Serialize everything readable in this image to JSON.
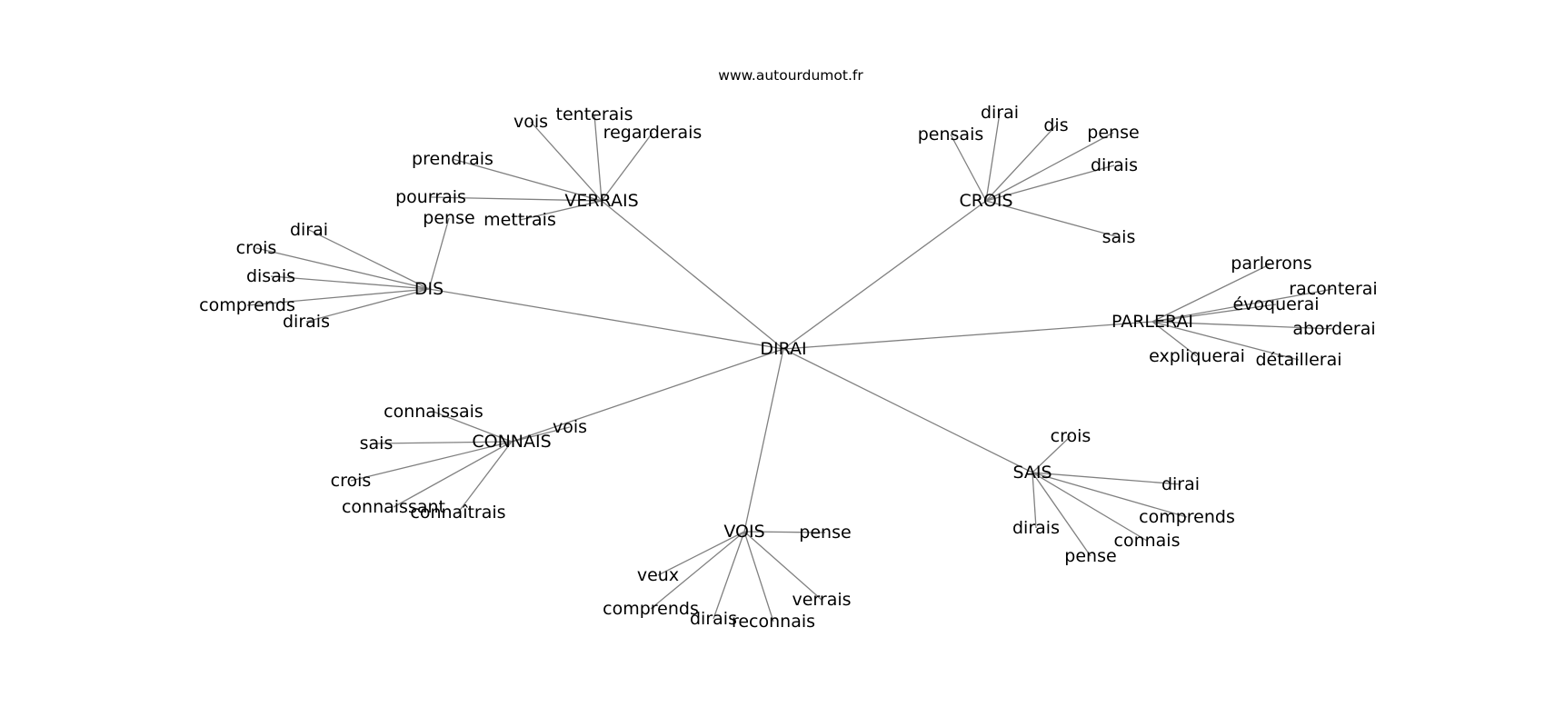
{
  "site": "www.autourdumot.fr",
  "center": "DIRAI",
  "clusters": [
    {
      "word": "VERRAIS",
      "related": [
        "vois",
        "tenterais",
        "regarderais",
        "prendrais",
        "pourrais",
        "mettrais"
      ]
    },
    {
      "word": "CROIS",
      "related": [
        "pensais",
        "dirai",
        "dis",
        "pense",
        "dirais",
        "sais"
      ]
    },
    {
      "word": "DIS",
      "related": [
        "dirai",
        "crois",
        "disais",
        "comprends",
        "dirais",
        "pense"
      ]
    },
    {
      "word": "PARLERAI",
      "related": [
        "parlerons",
        "raconterai",
        "évoquerai",
        "aborderai",
        "expliquerai",
        "détaillerai"
      ]
    },
    {
      "word": "CONNAIS",
      "related": [
        "connaissais",
        "vois",
        "sais",
        "crois",
        "connaissant",
        "connaîtrais"
      ]
    },
    {
      "word": "SAIS",
      "related": [
        "crois",
        "dirai",
        "comprends",
        "connais",
        "dirais",
        "pense"
      ]
    },
    {
      "word": "VOIS",
      "related": [
        "pense",
        "veux",
        "comprends",
        "dirais",
        "reconnais",
        "verrais"
      ]
    }
  ]
}
